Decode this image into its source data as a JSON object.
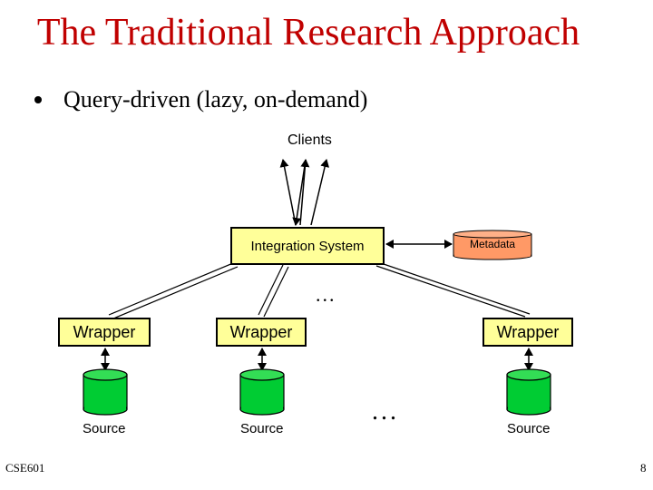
{
  "slide": {
    "title": "The Traditional Research Approach",
    "bullet": "Query-driven (lazy, on-demand)",
    "footer_left": "CSE601",
    "page_number": "8"
  },
  "diagram": {
    "clients_label": "Clients",
    "integration_label": "Integration System",
    "metadata_label": "Metadata",
    "wrappers": [
      "Wrapper",
      "Wrapper",
      "Wrapper"
    ],
    "sources": [
      "Source",
      "Source",
      "Source"
    ],
    "ellipsis_wrappers": "...",
    "ellipsis_sources": "..."
  },
  "colors": {
    "title": "#c00000",
    "box_fill": "#ffff99",
    "db_fill": "#00cc33",
    "metadata_fill": "#ff9966"
  }
}
